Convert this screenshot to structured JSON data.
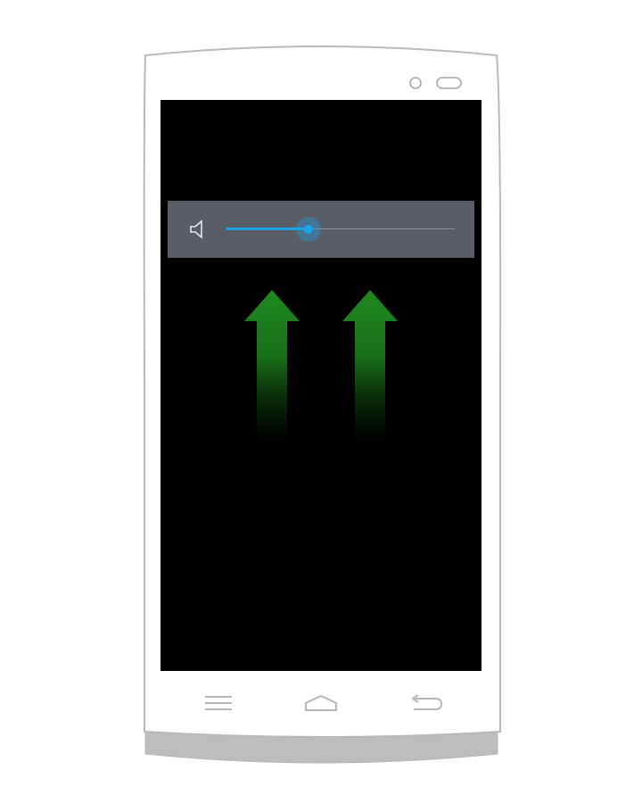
{
  "device": {
    "frame_color": "#ffffff",
    "outline_color": "#b9b9b9",
    "bottom_band_color": "#bdbdbd",
    "screen_color": "#000000"
  },
  "volume_panel": {
    "background": "#585d66",
    "icon": "speaker-icon",
    "slider": {
      "level": 0.36,
      "fill_color": "#1aa3e8",
      "track_color": "#8a8f97"
    }
  },
  "gesture_hint": {
    "icon": "swipe-up-arrows",
    "arrow_color": "#1f8a1f",
    "count": 2
  },
  "navigation_bar": {
    "buttons": [
      {
        "icon": "menu-icon"
      },
      {
        "icon": "home-icon"
      },
      {
        "icon": "back-icon"
      }
    ]
  }
}
